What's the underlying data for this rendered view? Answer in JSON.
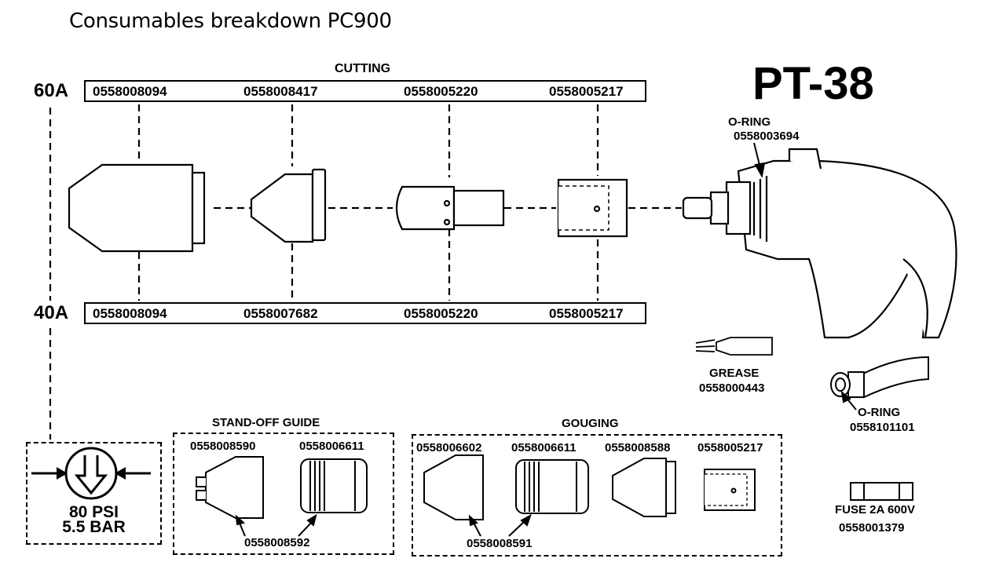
{
  "page_title": "Consumables breakdown PC900",
  "model": "PT-38",
  "cutting": {
    "header": "CUTTING",
    "row_60a": {
      "amperage": "60A",
      "parts": [
        "0558008094",
        "0558008417",
        "0558005220",
        "0558005217"
      ]
    },
    "row_40a": {
      "amperage": "40A",
      "parts": [
        "0558008094",
        "0558007682",
        "0558005220",
        "0558005217"
      ]
    }
  },
  "torch_oring": {
    "label": "O-RING",
    "part": "0558003694"
  },
  "grease": {
    "label": "GREASE",
    "part": "0558000443"
  },
  "lead_oring": {
    "label": "O-RING",
    "part": "0558101101"
  },
  "fuse": {
    "label": "FUSE 2A 600V",
    "part": "0558001379"
  },
  "pressure": {
    "psi": "80 PSI",
    "bar": "5.5 BAR"
  },
  "standoff": {
    "header": "STAND-OFF GUIDE",
    "parts": [
      "0558008590",
      "0558006611"
    ],
    "oring_part": "0558008592"
  },
  "gouging": {
    "header": "GOUGING",
    "parts": [
      "0558006602",
      "0558006611",
      "0558008588",
      "0558005217"
    ],
    "oring_part": "0558008591"
  }
}
